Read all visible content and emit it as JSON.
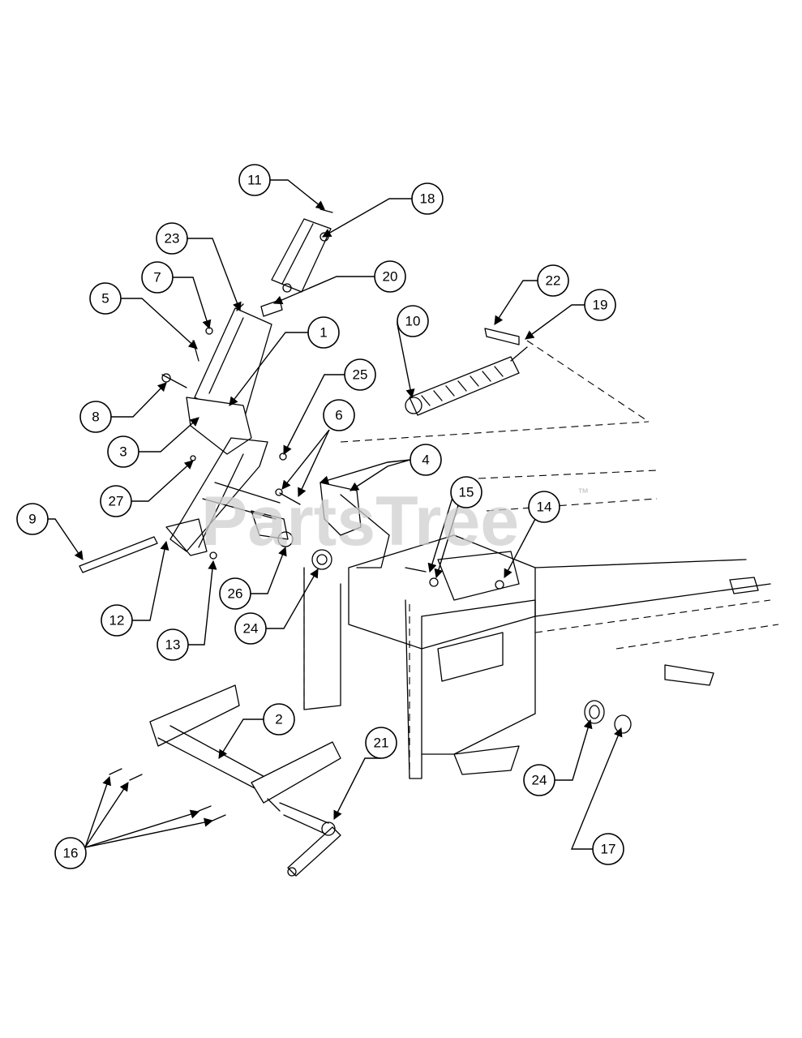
{
  "watermark": {
    "text": "PartsTree",
    "tm": "™"
  },
  "callouts": [
    {
      "id": "1",
      "label": "1"
    },
    {
      "id": "2",
      "label": "2"
    },
    {
      "id": "3",
      "label": "3"
    },
    {
      "id": "4",
      "label": "4"
    },
    {
      "id": "5",
      "label": "5"
    },
    {
      "id": "6",
      "label": "6"
    },
    {
      "id": "7",
      "label": "7"
    },
    {
      "id": "8",
      "label": "8"
    },
    {
      "id": "9",
      "label": "9"
    },
    {
      "id": "10",
      "label": "10"
    },
    {
      "id": "11",
      "label": "11"
    },
    {
      "id": "12",
      "label": "12"
    },
    {
      "id": "13",
      "label": "13"
    },
    {
      "id": "14",
      "label": "14"
    },
    {
      "id": "15",
      "label": "15"
    },
    {
      "id": "16",
      "label": "16"
    },
    {
      "id": "17",
      "label": "17"
    },
    {
      "id": "18",
      "label": "18"
    },
    {
      "id": "19",
      "label": "19"
    },
    {
      "id": "20",
      "label": "20"
    },
    {
      "id": "21",
      "label": "21"
    },
    {
      "id": "22",
      "label": "22"
    },
    {
      "id": "23",
      "label": "23"
    },
    {
      "id": "24a",
      "label": "24"
    },
    {
      "id": "24b",
      "label": "24"
    },
    {
      "id": "25",
      "label": "25"
    },
    {
      "id": "26",
      "label": "26"
    },
    {
      "id": "27",
      "label": "27"
    }
  ]
}
